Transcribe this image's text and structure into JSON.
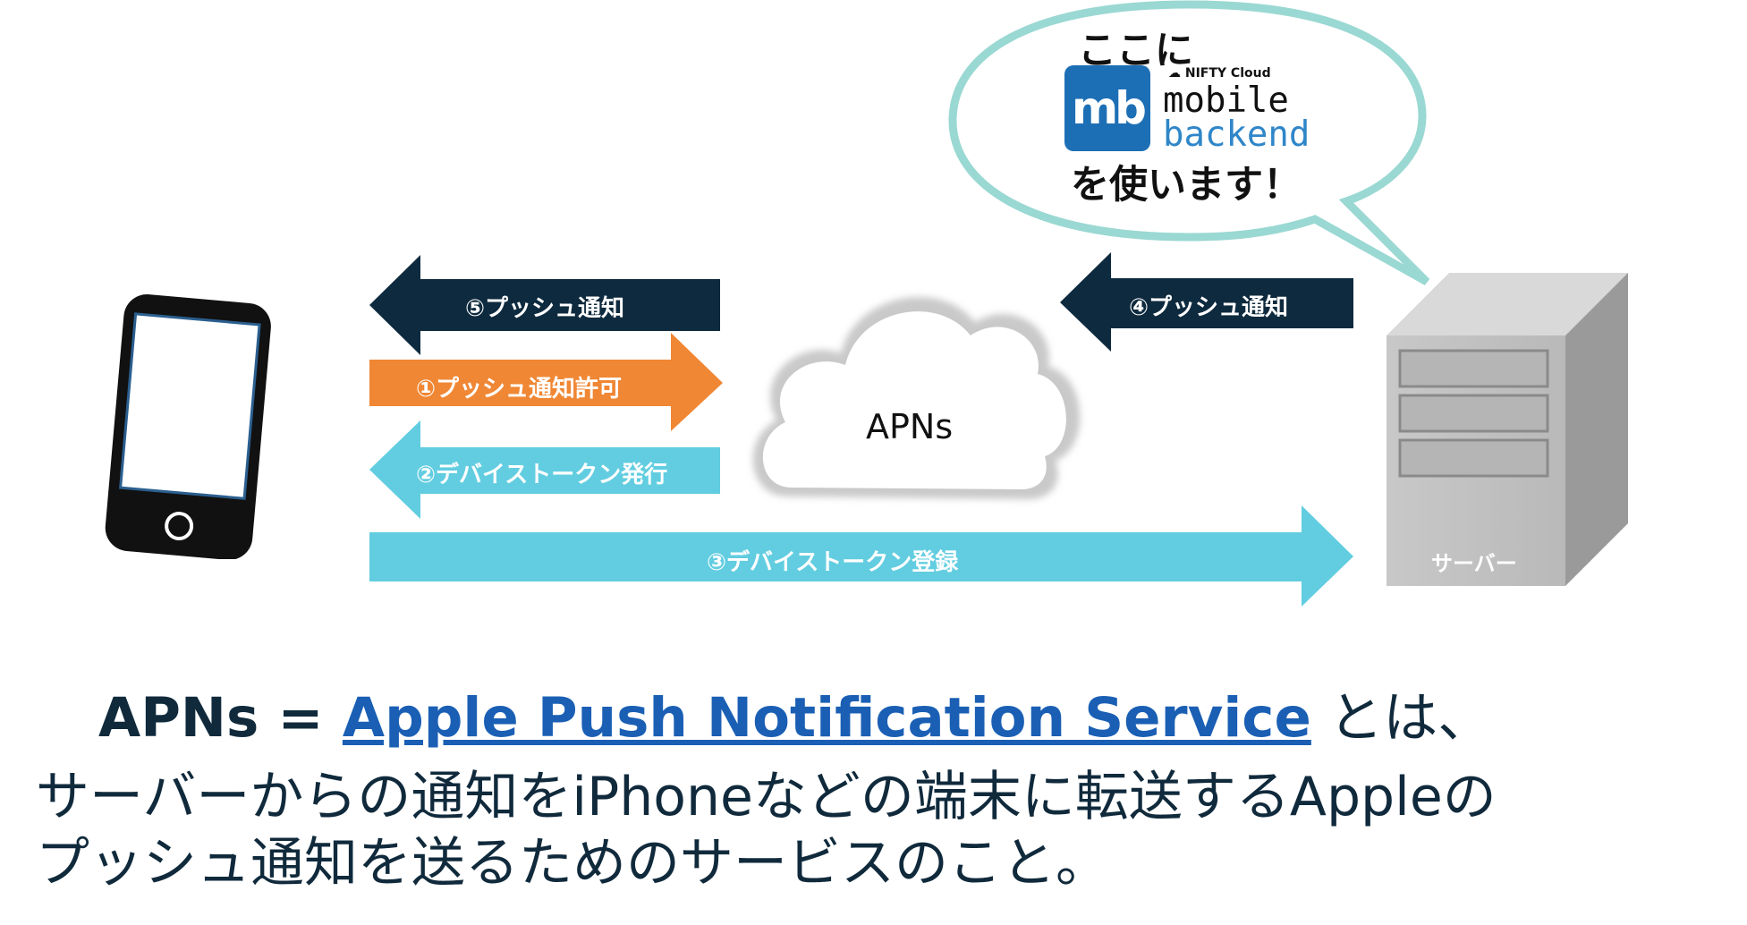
{
  "bubble": {
    "top_text": "ここに",
    "logo_brand": "NIFTY Cloud",
    "logo_mark": "mb",
    "logo_word_1": "mobile",
    "logo_word_2": "backend",
    "bottom_text": "を使います！"
  },
  "arrows": {
    "a5": "⑤プッシュ通知",
    "a1": "①プッシュ通知許可",
    "a2": "②デバイストークン発行",
    "a3": "③デバイストークン登録",
    "a4": "④プッシュ通知"
  },
  "cloud": {
    "label": "APNs"
  },
  "server": {
    "label": "サーバー"
  },
  "icons": [
    "smartphone-icon",
    "cloud-icon",
    "server-icon",
    "cloud-logo-icon"
  ],
  "colors": {
    "dark_navy": "#0e2a3e",
    "orange": "#f08734",
    "light_cyan": "#62cde0",
    "bubble_border": "#9ad8d3",
    "logo_blue": "#1d6fb5",
    "link_blue": "#1a5fb4"
  },
  "description": {
    "line1_prefix": "APNs = ",
    "line1_link": "Apple Push Notification Service",
    "line1_suffix": " とは、",
    "line2": "サーバーからの通知をiPhoneなどの端末に転送するAppleの",
    "line3": "プッシュ通知を送るためのサービスのこと。"
  }
}
